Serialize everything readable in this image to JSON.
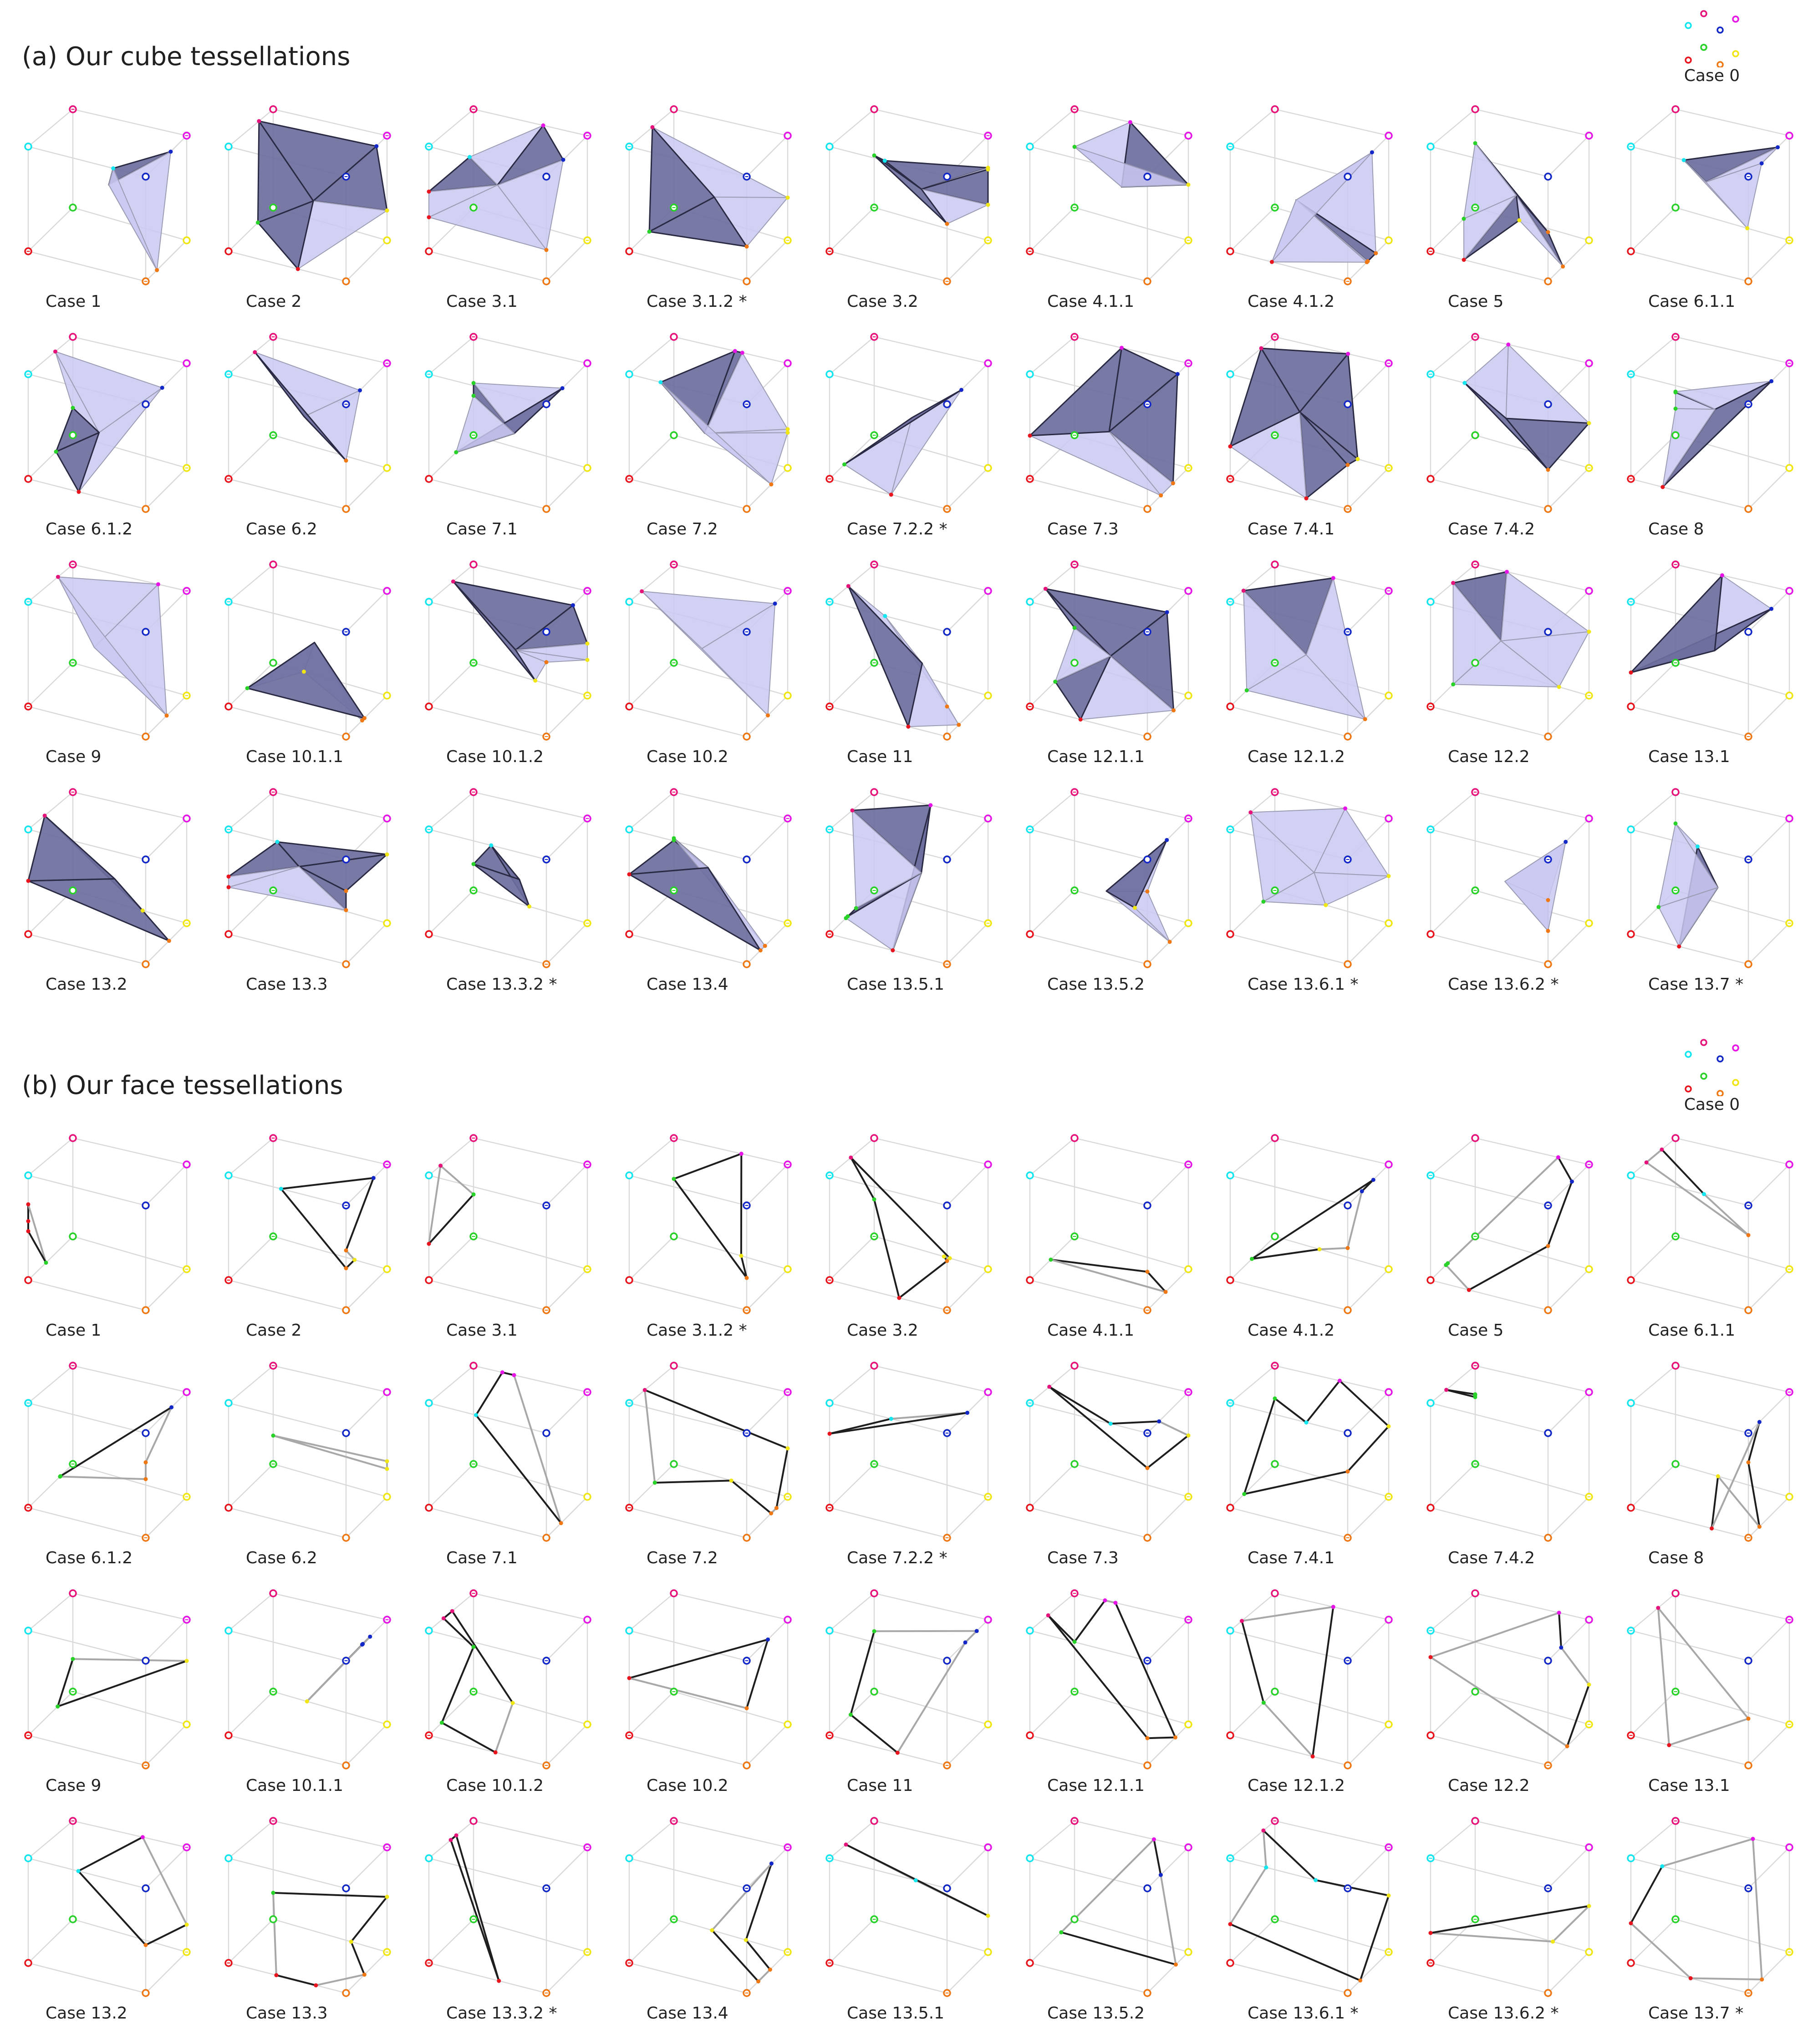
{
  "sections": [
    {
      "id": "a",
      "title": "(a) Our cube tessellations",
      "style": "cube",
      "case0_label": "Case 0",
      "cases": [
        "Case 1",
        "Case 2",
        "Case 3.1",
        "Case 3.1.2 *",
        "Case 3.2",
        "Case 4.1.1",
        "Case 4.1.2",
        "Case 5",
        "Case 6.1.1",
        "Case 6.1.2",
        "Case 6.2",
        "Case 7.1",
        "Case 7.2",
        "Case 7.2.2 *",
        "Case 7.3",
        "Case 7.4.1",
        "Case 7.4.2",
        "Case 8",
        "Case 9",
        "Case 10.1.1",
        "Case 10.1.2",
        "Case 10.2",
        "Case 11",
        "Case 12.1.1",
        "Case 12.1.2",
        "Case 12.2",
        "Case 13.1",
        "Case 13.2",
        "Case 13.3",
        "Case 13.3.2 *",
        "Case 13.4",
        "Case 13.5.1",
        "Case 13.5.2",
        "Case 13.6.1 *",
        "Case 13.6.2 *",
        "Case 13.7 *"
      ]
    },
    {
      "id": "b",
      "title": "(b) Our face tessellations",
      "style": "face",
      "case0_label": "Case 0",
      "cases": [
        "Case 1",
        "Case 2",
        "Case 3.1",
        "Case 3.1.2 *",
        "Case 3.2",
        "Case 4.1.1",
        "Case 4.1.2",
        "Case 5",
        "Case 6.1.1",
        "Case 6.1.2",
        "Case 6.2",
        "Case 7.1",
        "Case 7.2",
        "Case 7.2.2 *",
        "Case 7.3",
        "Case 7.4.1",
        "Case 7.4.2",
        "Case 8",
        "Case 9",
        "Case 10.1.1",
        "Case 10.1.2",
        "Case 10.2",
        "Case 11",
        "Case 12.1.1",
        "Case 12.1.2",
        "Case 12.2",
        "Case 13.1",
        "Case 13.2",
        "Case 13.3",
        "Case 13.3.2 *",
        "Case 13.4",
        "Case 13.5.1",
        "Case 13.5.2",
        "Case 13.6.1 *",
        "Case 13.6.2 *",
        "Case 13.7 *"
      ]
    }
  ],
  "vertex_colors": [
    "#e8141e",
    "#f07814",
    "#f0e614",
    "#28d228",
    "#14e6f0",
    "#1428c8",
    "#e614e6",
    "#e6147a"
  ],
  "colors": {
    "cube_edge": "#d9d9d9",
    "surface_light": "#c9c9f2",
    "surface_dark": "#6e6e9e",
    "face_dark": "#1e1e1e",
    "face_gray": "#a8a8a8"
  }
}
